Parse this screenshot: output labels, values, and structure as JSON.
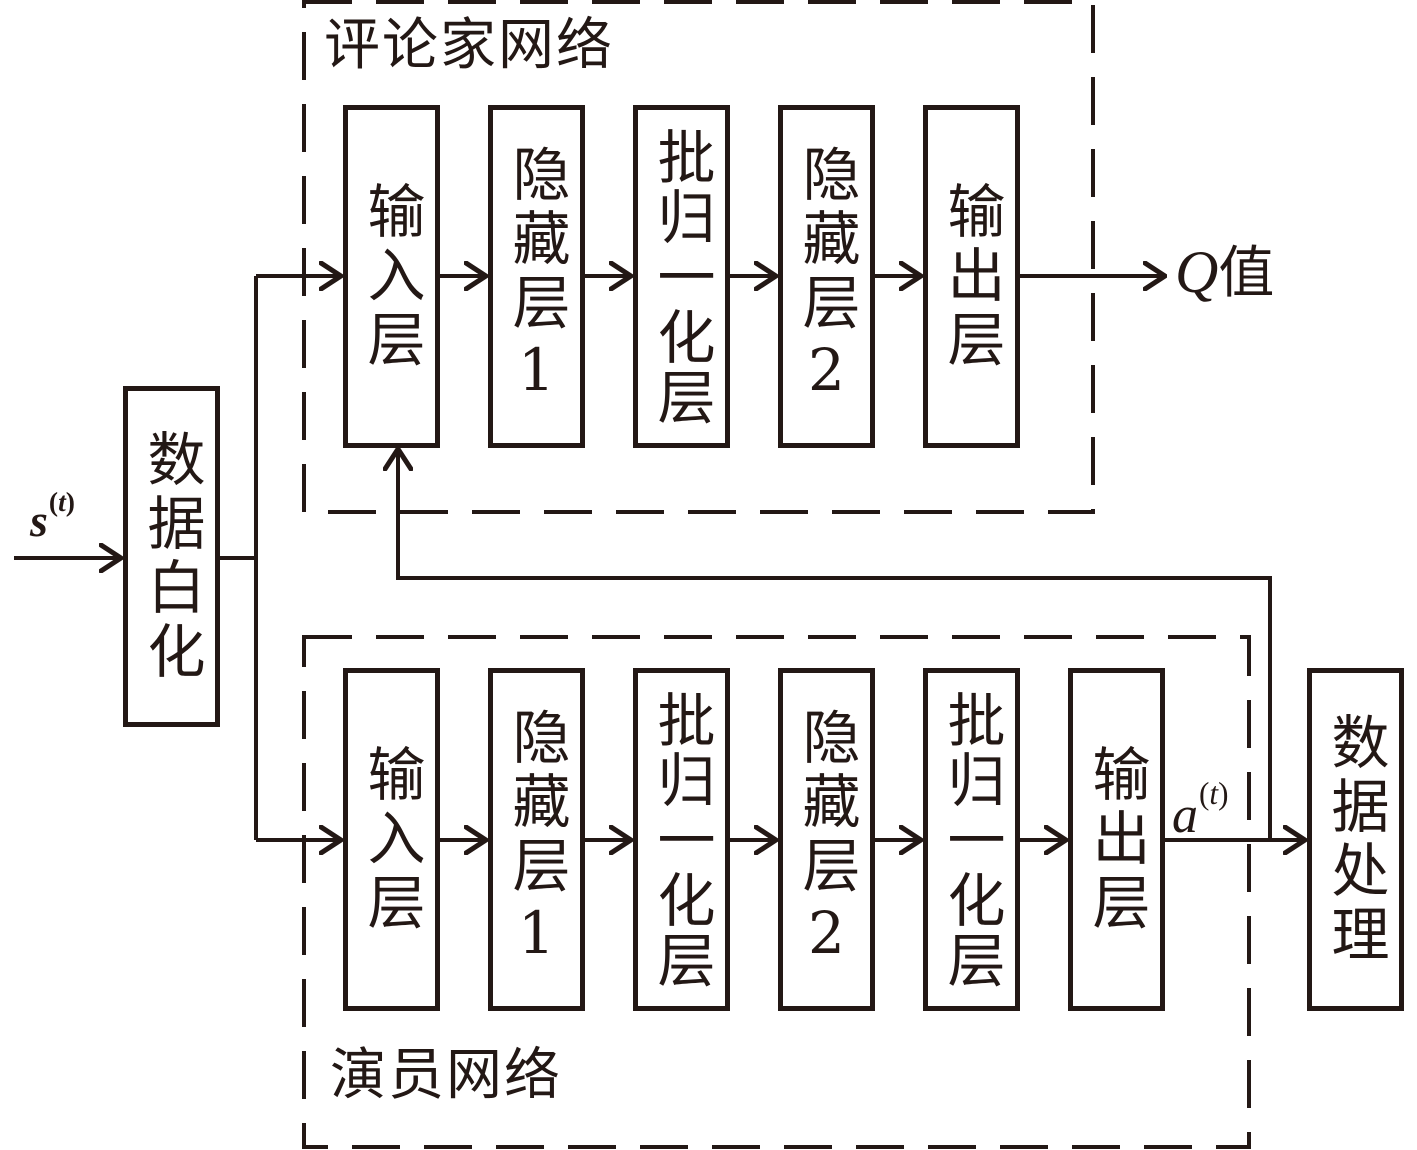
{
  "diagram": {
    "input_label": {
      "base": "s",
      "superscript": "t"
    },
    "whitening_block": "数据白化",
    "critic": {
      "title": "评论家网络",
      "layers": [
        "输入层",
        "隐藏层1",
        "批归一化层",
        "隐藏层2",
        "输出层"
      ],
      "output_label": {
        "base": "Q",
        "suffix": "值"
      }
    },
    "actor": {
      "title": "演员网络",
      "layers": [
        "输入层",
        "隐藏层1",
        "批归一化层",
        "隐藏层2",
        "批归一化层",
        "输出层"
      ],
      "output_label": {
        "base": "a",
        "superscript": "t"
      }
    },
    "processing_block": "数据处理",
    "colors": {
      "stroke": "#231815",
      "background": "#ffffff"
    }
  }
}
